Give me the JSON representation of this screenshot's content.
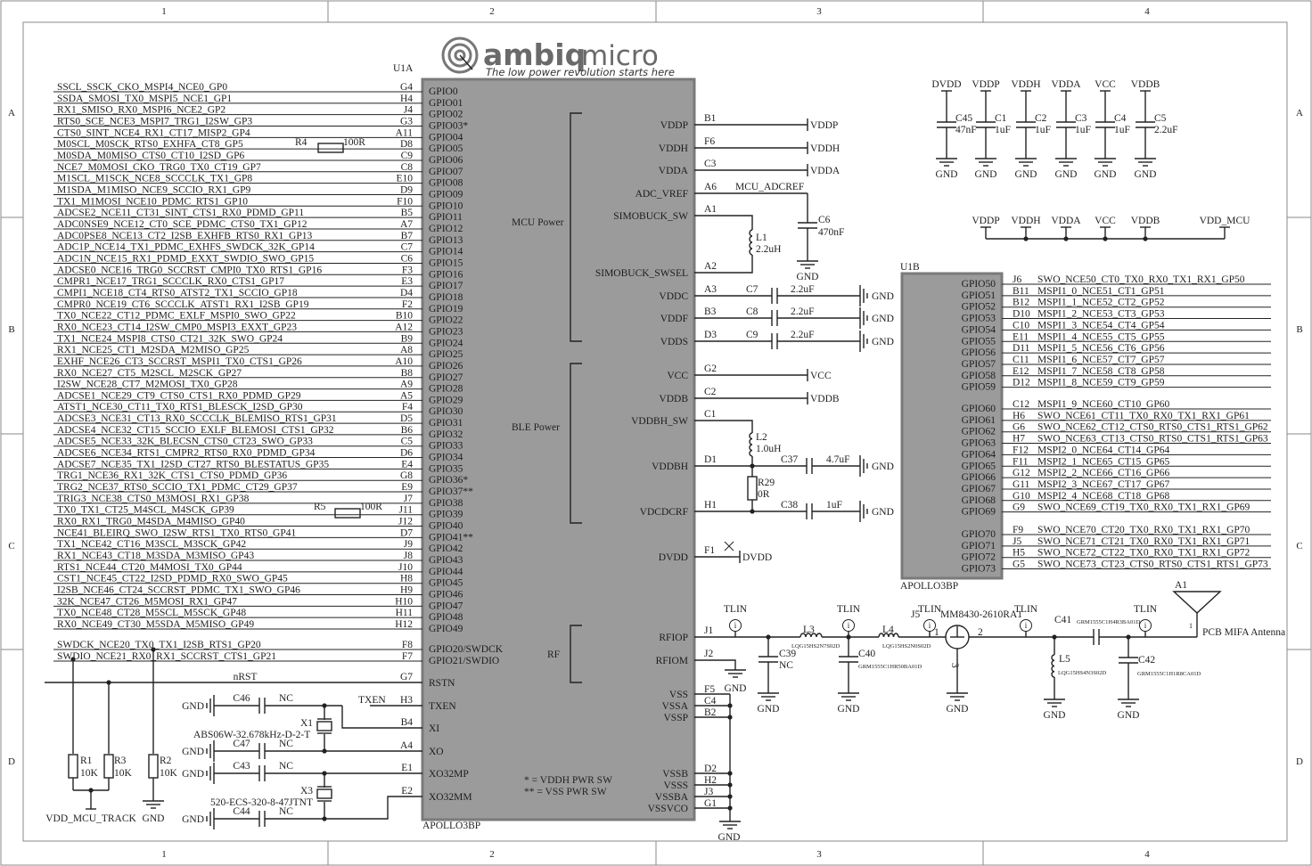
{
  "frame": {
    "columns": [
      "1",
      "2",
      "3",
      "4"
    ],
    "rows": [
      "A",
      "B",
      "C",
      "D"
    ]
  },
  "logo": {
    "brand": "ambiq",
    "brand2": "micro",
    "tagline": "The low power revolution starts here"
  },
  "u1a": {
    "ref": "U1A",
    "part": "APOLLO3BP",
    "left_pins": [
      {
        "net": "SSCL_SSCK_CKO_MSPI4_NCE0_GP0",
        "ball": "G4",
        "name": "GPIO0"
      },
      {
        "net": "SSDA_SMOSI_TX0_MSPI5_NCE1_GP1",
        "ball": "H4",
        "name": "GPIO01"
      },
      {
        "net": "RX1_SMISO_RX0_MSPI6_NCE2_GP2",
        "ball": "J4",
        "name": "GPIO02"
      },
      {
        "net": "RTS0_SCE_NCE3_MSPI7_TRG1_I2SW_GP3",
        "ball": "G3",
        "name": "GPIO03*"
      },
      {
        "net": "CTS0_SINT_NCE4_RX1_CT17_MISP2_GP4",
        "ball": "A11",
        "name": "GPIO04"
      },
      {
        "net": "M0SCL_M0SCK_RTS0_EXHFA_CT8_GP5",
        "ball": "D8",
        "name": "GPIO05"
      },
      {
        "net": "M0SDA_M0MISO_CTS0_CT10_I2SD_GP6",
        "ball": "C9",
        "name": "GPIO06"
      },
      {
        "net": "NCE7_M0MOSI_CKO_TRG0_TX0_CT19_GP7",
        "ball": "C8",
        "name": "GPIO07"
      },
      {
        "net": "M1SCL_M1SCK_NCE8_SCCCLK_TX1_GP8",
        "ball": "E10",
        "name": "GPIO08"
      },
      {
        "net": "M1SDA_M1MISO_NCE9_SCCIO_RX1_GP9",
        "ball": "D9",
        "name": "GPIO09"
      },
      {
        "net": "TX1_M1MOSI_NCE10_PDMC_RTS1_GP10",
        "ball": "F10",
        "name": "GPIO10"
      },
      {
        "net": "ADCSE2_NCE11_CT31_SINT_CTS1_RX0_PDMD_GP11",
        "ball": "B5",
        "name": "GPIO11"
      },
      {
        "net": "ADC0NSE9_NCE12_CT0_SCE_PDMC_CTS0_TX1_GP12",
        "ball": "A7",
        "name": "GPIO12"
      },
      {
        "net": "ADC0PSE8_NCE13_CT2_I2SB_EXHFB_RTS0_RX1_GP13",
        "ball": "B7",
        "name": "GPIO13"
      },
      {
        "net": "ADC1P_NCE14_TX1_PDMC_EXHFS_SWDCK_32K_GP14",
        "ball": "C7",
        "name": "GPIO14"
      },
      {
        "net": "ADC1N_NCE15_RX1_PDMD_EXXT_SWDIO_SWO_GP15",
        "ball": "C6",
        "name": "GPIO15"
      },
      {
        "net": "ADCSE0_NCE16_TRG0_SCCRST_CMPI0_TX0_RTS1_GP16",
        "ball": "F3",
        "name": "GPIO16"
      },
      {
        "net": "CMPR1_NCE17_TRG1_SCCCLK_RX0_CTS1_GP17",
        "ball": "E3",
        "name": "GPIO17"
      },
      {
        "net": "CMPI1_NCE18_CT4_RTS0_ATST2_TX1_SCCIO_GP18",
        "ball": "D4",
        "name": "GPIO18"
      },
      {
        "net": "CMPR0_NCE19_CT6_SCCCLK_ATST1_RX1_I2SB_GP19",
        "ball": "F2",
        "name": "GPIO19"
      },
      {
        "net": "TX0_NCE22_CT12_PDMC_EXLF_MSPI0_SWO_GP22",
        "ball": "B10",
        "name": "GPIO22"
      },
      {
        "net": "RX0_NCE23_CT14_I2SW_CMP0_MSPI3_EXXT_GP23",
        "ball": "A12",
        "name": "GPIO23"
      },
      {
        "net": "TX1_NCE24_MSPI8_CTS0_CT21_32K_SWO_GP24",
        "ball": "B9",
        "name": "GPIO24"
      },
      {
        "net": "RX1_NCE25_CT1_M2SDA_M2MISO_GP25",
        "ball": "A8",
        "name": "GPIO25"
      },
      {
        "net": "EXHF_NCE26_CT3_SCCRST_MSPI1_TX0_CTS1_GP26",
        "ball": "A10",
        "name": "GPIO26"
      },
      {
        "net": "RX0_NCE27_CT5_M2SCL_M2SCK_GP27",
        "ball": "B8",
        "name": "GPIO27"
      },
      {
        "net": "I2SW_NCE28_CT7_M2MOSI_TX0_GP28",
        "ball": "A9",
        "name": "GPIO28"
      },
      {
        "net": "ADCSE1_NCE29_CT9_CTS0_CTS1_RX0_PDMD_GP29",
        "ball": "A5",
        "name": "GPIO29"
      },
      {
        "net": "ATST1_NCE30_CT11_TX0_RTS1_BLESCK_I2SD_GP30",
        "ball": "F4",
        "name": "GPIO30"
      },
      {
        "net": "ADCSE3_NCE31_CT13_RX0_SCCCLK_BLEMISO_RTS1_GP31",
        "ball": "D5",
        "name": "GPIO31"
      },
      {
        "net": "ADCSE4_NCE32_CT15_SCCIO_EXLF_BLEMOSI_CTS1_GP32",
        "ball": "B6",
        "name": "GPIO32"
      },
      {
        "net": "ADCSE5_NCE33_32K_BLECSN_CTS0_CT23_SWO_GP33",
        "ball": "C5",
        "name": "GPIO33"
      },
      {
        "net": "ADCSE6_NCE34_RTS1_CMPR2_RTS0_RX0_PDMD_GP34",
        "ball": "D6",
        "name": "GPIO34"
      },
      {
        "net": "ADCSE7_NCE35_TX1_I2SD_CT27_RTS0_BLESTATUS_GP35",
        "ball": "E4",
        "name": "GPIO35"
      },
      {
        "net": "TRG1_NCE36_RX1_32K_CTS1_CTS0_PDMD_GP36",
        "ball": "G8",
        "name": "GPIO36*"
      },
      {
        "net": "TRG2_NCE37_RTS0_SCCIO_TX1_PDMC_CT29_GP37",
        "ball": "E9",
        "name": "GPIO37**"
      },
      {
        "net": "TRIG3_NCE38_CTS0_M3MOSI_RX1_GP38",
        "ball": "J7",
        "name": "GPIO38"
      },
      {
        "net": "TX0_TX1_CT25_M4SCL_M4SCK_GP39",
        "ball": "J11",
        "name": "GPIO39"
      },
      {
        "net": "RX0_RX1_TRG0_M4SDA_M4MISO_GP40",
        "ball": "J12",
        "name": "GPIO40"
      },
      {
        "net": "NCE41_BLEIRQ_SWO_I2SW_RTS1_TX0_RTS0_GP41",
        "ball": "D7",
        "name": "GPIO41**"
      },
      {
        "net": "TX1_NCE42_CT16_M3SCL_M3SCK_GP42",
        "ball": "J9",
        "name": "GPIO42"
      },
      {
        "net": "RX1_NCE43_CT18_M3SDA_M3MISO_GP43",
        "ball": "J8",
        "name": "GPIO43"
      },
      {
        "net": "RTS1_NCE44_CT20_M4MOSI_TX0_GP44",
        "ball": "J10",
        "name": "GPIO44"
      },
      {
        "net": "CST1_NCE45_CT22_I2SD_PDMD_RX0_SWO_GP45",
        "ball": "H8",
        "name": "GPIO45"
      },
      {
        "net": "I2SB_NCE46_CT24_SCCRST_PDMC_TX1_SWO_GP46",
        "ball": "H9",
        "name": "GPIO46"
      },
      {
        "net": "32K_NCE47_CT26_M5MOSI_RX1_GP47",
        "ball": "H10",
        "name": "GPIO47"
      },
      {
        "net": "TX0_NCE48_CT28_M5SCL_M5SCK_GP48",
        "ball": "H11",
        "name": "GPIO48"
      },
      {
        "net": "RX0_NCE49_CT30_M5SDA_M5MISO_GP49",
        "ball": "H12",
        "name": "GPIO49"
      }
    ],
    "swd_pins": [
      {
        "net": "SWDCK_NCE20_TX0_TX1_I2SB_RTS1_GP20",
        "ball": "F8",
        "name": "GPIO20/SWDCK"
      },
      {
        "net": "SWDIO_NCE21_RX0_RX1_SCCRST_CTS1_GP21",
        "ball": "F7",
        "name": "GPIO21/SWDIO"
      }
    ],
    "misc_pins": [
      {
        "net": "nRST",
        "ball": "G7",
        "name": "RSTN"
      },
      {
        "net": "TXEN",
        "ball": "H3",
        "name": "TXEN"
      },
      {
        "net": "",
        "ball": "B4",
        "name": "XI"
      },
      {
        "net": "",
        "ball": "A4",
        "name": "XO"
      },
      {
        "net": "",
        "ball": "E1",
        "name": "XO32MP"
      },
      {
        "net": "",
        "ball": "E2",
        "name": "XO32MM"
      }
    ],
    "groups": {
      "mcu_power": "MCU Power",
      "ble_power": "BLE Power",
      "rf": "RF"
    },
    "power_pins": [
      {
        "name": "VDDP",
        "ball": "B1",
        "net": "VDDP"
      },
      {
        "name": "VDDH",
        "ball": "F6",
        "net": "VDDH"
      },
      {
        "name": "VDDA",
        "ball": "C3",
        "net": "VDDA"
      },
      {
        "name": "ADC_VREF",
        "ball": "A6",
        "net": "MCU_ADCREF"
      },
      {
        "name": "SIMOBUCK_SW",
        "ball": "A1",
        "net": ""
      },
      {
        "name": "SIMOBUCK_SWSEL",
        "ball": "A2",
        "net": ""
      },
      {
        "name": "VDDC",
        "ball": "A3",
        "cap": "C7",
        "value": "2.2uF",
        "net": "GND"
      },
      {
        "name": "VDDF",
        "ball": "B3",
        "cap": "C8",
        "value": "2.2uF",
        "net": "GND"
      },
      {
        "name": "VDDS",
        "ball": "D3",
        "cap": "C9",
        "value": "2.2uF",
        "net": "GND"
      },
      {
        "name": "VCC",
        "ball": "G2",
        "net": "VCC"
      },
      {
        "name": "VDDB",
        "ball": "C2",
        "net": "VDDB"
      },
      {
        "name": "VDDBH_SW",
        "ball": "C1",
        "net": ""
      },
      {
        "name": "VDDBH",
        "ball": "D1",
        "cap": "C37",
        "value": "4.7uF",
        "net": "GND"
      },
      {
        "name": "VDCDCRF",
        "ball": "H1",
        "cap": "C38",
        "value": "1uF",
        "net": "GND"
      },
      {
        "name": "DVDD",
        "ball": "F1",
        "net": "DVDD"
      }
    ],
    "rf_pins": [
      {
        "name": "RFIOP",
        "ball": "J1"
      },
      {
        "name": "RFIOM",
        "ball": "J2"
      }
    ],
    "vss_pins": [
      {
        "name": "VSS",
        "ball": "F5"
      },
      {
        "name": "VSSA",
        "ball": "C4"
      },
      {
        "name": "VSSP",
        "ball": "B2"
      },
      {
        "name": "VSSB",
        "ball": "D2"
      },
      {
        "name": "VSSS",
        "ball": "H2"
      },
      {
        "name": "VSSBA",
        "ball": "J3"
      },
      {
        "name": "VSSVCO",
        "ball": "G1"
      }
    ],
    "notes": [
      "* = VDDH PWR SW",
      "** = VSS PWR SW"
    ]
  },
  "u1b": {
    "ref": "U1B",
    "part": "APOLLO3BP",
    "pins": [
      {
        "name": "GPIO50",
        "ball": "J6",
        "net": "SWO_NCE50_CT0_TX0_RX0_TX1_RX1_GP50"
      },
      {
        "name": "GPIO51",
        "ball": "B11",
        "net": "MSPI1_0_NCE51_CT1_GP51"
      },
      {
        "name": "GPIO52",
        "ball": "B12",
        "net": "MSPI1_1_NCE52_CT2_GP52"
      },
      {
        "name": "GPIO53",
        "ball": "D10",
        "net": "MSPI1_2_NCE53_CT3_GP53"
      },
      {
        "name": "GPIO54",
        "ball": "C10",
        "net": "MSPI1_3_NCE54_CT4_GP54"
      },
      {
        "name": "GPIO55",
        "ball": "E11",
        "net": "MSPI1_4_NCE55_CT5_GP55"
      },
      {
        "name": "GPIO56",
        "ball": "D11",
        "net": "MSPI1_5_NCE56_CT6_GP56"
      },
      {
        "name": "GPIO57",
        "ball": "C11",
        "net": "MSPI1_6_NCE57_CT7_GP57"
      },
      {
        "name": "GPIO58",
        "ball": "E12",
        "net": "MSPI1_7_NCE58_CT8_GP58"
      },
      {
        "name": "GPIO59",
        "ball": "D12",
        "net": "MSPI1_8_NCE59_CT9_GP59"
      },
      {
        "name": "GPIO60",
        "ball": "C12",
        "net": "MSPI1_9_NCE60_CT10_GP60"
      },
      {
        "name": "GPIO61",
        "ball": "H6",
        "net": "SWO_NCE61_CT11_TX0_RX0_TX1_RX1_GP61"
      },
      {
        "name": "GPIO62",
        "ball": "G6",
        "net": "SWO_NCE62_CT12_CTS0_RTS0_CTS1_RTS1_GP62"
      },
      {
        "name": "GPIO63",
        "ball": "H7",
        "net": "SWO_NCE63_CT13_CTS0_RTS0_CTS1_RTS1_GP63"
      },
      {
        "name": "GPIO64",
        "ball": "F12",
        "net": "MSPI2_0_NCE64_CT14_GP64"
      },
      {
        "name": "GPIO65",
        "ball": "F11",
        "net": "MSPI2_1_NCE65_CT15_GP65"
      },
      {
        "name": "GPIO66",
        "ball": "G12",
        "net": "MSPI2_2_NCE66_CT16_GP66"
      },
      {
        "name": "GPIO67",
        "ball": "G11",
        "net": "MSPI2_3_NCE67_CT17_GP67"
      },
      {
        "name": "GPIO68",
        "ball": "G10",
        "net": "MSPI2_4_NCE68_CT18_GP68"
      },
      {
        "name": "GPIO69",
        "ball": "G9",
        "net": "SWO_NCE69_CT19_TX0_RX0_TX1_RX1_GP69"
      },
      {
        "name": "GPIO70",
        "ball": "F9",
        "net": "SWO_NCE70_CT20_TX0_RX0_TX1_RX1_GP70"
      },
      {
        "name": "GPIO71",
        "ball": "J5",
        "net": "SWO_NCE71_CT21_TX0_RX0_TX1_RX1_GP71"
      },
      {
        "name": "GPIO72",
        "ball": "H5",
        "net": "SWO_NCE72_CT22_TX0_RX0_TX1_RX1_GP72"
      },
      {
        "name": "GPIO73",
        "ball": "G5",
        "net": "SWO_NCE73_CT23_CTS0_RTS0_CTS1_RTS1_GP73"
      }
    ]
  },
  "components": {
    "R4": {
      "ref": "R4",
      "value": "100R"
    },
    "R5": {
      "ref": "R5",
      "value": "100R"
    },
    "R1": {
      "ref": "R1",
      "value": "10K"
    },
    "R2": {
      "ref": "R2",
      "value": "10K"
    },
    "R3": {
      "ref": "R3",
      "value": "10K"
    },
    "R29": {
      "ref": "R29",
      "value": "0R"
    },
    "L1": {
      "ref": "L1",
      "value": "2.2uH"
    },
    "L2": {
      "ref": "L2",
      "value": "1.0uH"
    },
    "C6": {
      "ref": "C6",
      "value": "470nF"
    },
    "C46": {
      "ref": "C46",
      "value": "NC"
    },
    "C47": {
      "ref": "C47",
      "value": "NC"
    },
    "C43": {
      "ref": "C43",
      "value": "NC"
    },
    "C44": {
      "ref": "C44",
      "value": "NC"
    },
    "X1": {
      "ref": "X1",
      "value": "ABS06W-32.678kHz-D-2-T"
    },
    "X3": {
      "ref": "X3",
      "value": "520-ECS-320-8-47JTNT"
    },
    "net_vdd_mcu_track": "VDD_MCU_TRACK",
    "gnd": "GND"
  },
  "decoupling": [
    {
      "rail": "DVDD",
      "ref": "C45",
      "value": "47nF"
    },
    {
      "rail": "VDDP",
      "ref": "C1",
      "value": "1uF"
    },
    {
      "rail": "VDDH",
      "ref": "C2",
      "value": "1uF"
    },
    {
      "rail": "VDDA",
      "ref": "C3",
      "value": "1uF"
    },
    {
      "rail": "VCC",
      "ref": "C4",
      "value": "1uF"
    },
    {
      "rail": "VDDB",
      "ref": "C5",
      "value": "2.2uF"
    }
  ],
  "rail_tie": {
    "rails": [
      "VDDP",
      "VDDH",
      "VDDA",
      "VCC",
      "VDDB"
    ],
    "target": "VDD_MCU"
  },
  "rf": {
    "tlin": "TLIN",
    "C39": {
      "ref": "C39",
      "value": "NC"
    },
    "L3": {
      "ref": "L3",
      "value": "LQG15HS2N7S02D"
    },
    "C40": {
      "ref": "C40",
      "value": "GRM1555C1HR50BA01D"
    },
    "L4": {
      "ref": "L4",
      "value": "LQG15HS2N0S02D"
    },
    "J5": {
      "ref": "J5",
      "value": "MM8430-2610RA1",
      "pin1": "1",
      "pin2": "2",
      "pin3": "3"
    },
    "C41": {
      "ref": "C41",
      "value": "GRM1555C1H4R3BA01D"
    },
    "L5": {
      "ref": "L5",
      "value": "LQG15HS4N3S02D"
    },
    "C42": {
      "ref": "C42",
      "value": "GRM1555C1H1R8CA01D"
    },
    "A1": {
      "ref": "A1",
      "value": "PCB MIFA Antenna",
      "pin": "1"
    }
  }
}
